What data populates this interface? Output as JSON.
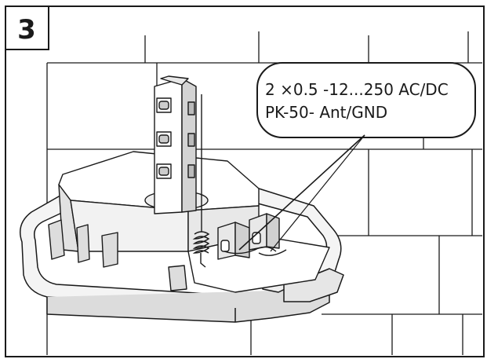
{
  "step": {
    "number": "3"
  },
  "callout": {
    "line1": "2 ×0.5 -12...250 AC/DC",
    "line2": "PK-50- Ant/GND"
  },
  "colors": {
    "ink": "#1a1a1a",
    "paper": "#ffffff",
    "shade": "#d0d0d0",
    "light": "#eeeeee"
  }
}
